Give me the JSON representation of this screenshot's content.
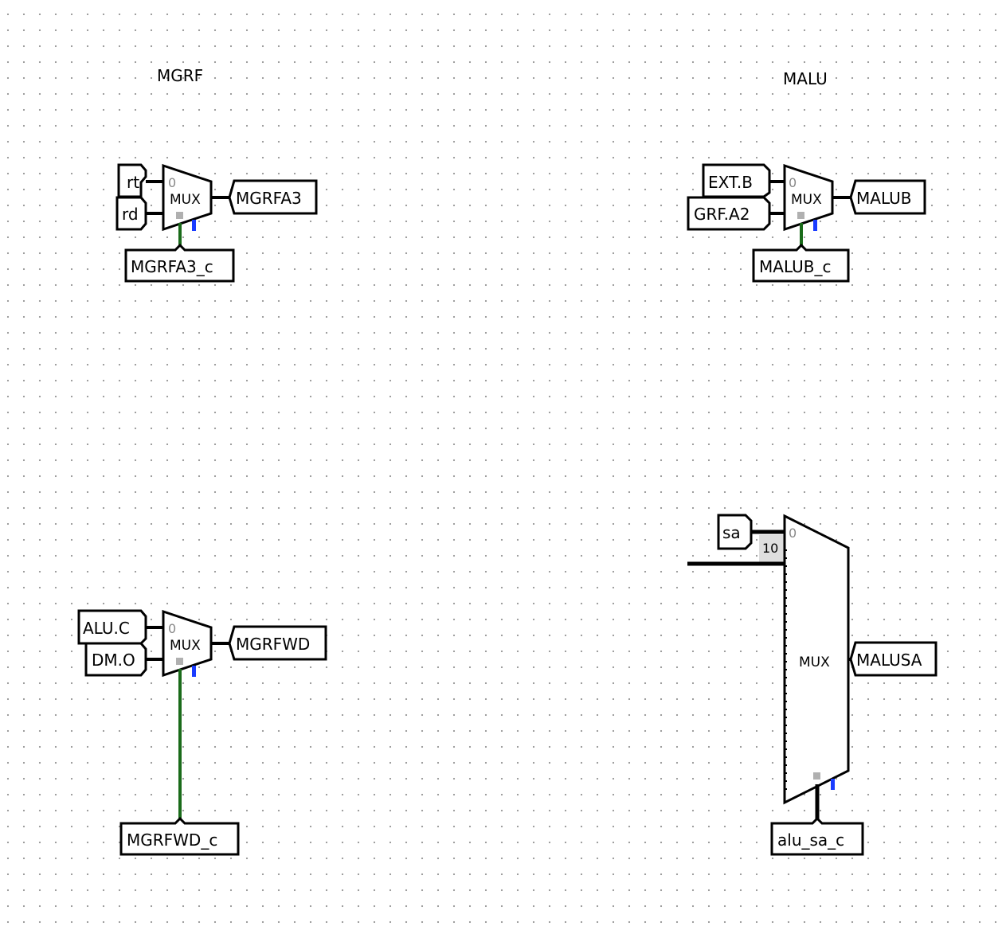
{
  "sections": {
    "mgrf": "MGRF",
    "malu": "MALU"
  },
  "mux_label": "MUX",
  "input_index_label": "0",
  "mux_mgrfa3": {
    "inputs": [
      "rt",
      "rd"
    ],
    "output": "MGRFA3",
    "select": "MGRFA3_c"
  },
  "mux_malub": {
    "inputs": [
      "EXT.B",
      "GRF.A2"
    ],
    "output": "MALUB",
    "select": "MALUB_c"
  },
  "mux_mgrfwd": {
    "inputs": [
      "ALU.C",
      "DM.O"
    ],
    "output": "MGRFWD",
    "select": "MGRFWD_c"
  },
  "mux_malusa": {
    "inputs": [
      "sa"
    ],
    "bit_width": "10",
    "output": "MALUSA",
    "select": "alu_sa_c"
  },
  "colors": {
    "wire": "#000000",
    "select_wire": "#1a6b1a",
    "enable_pin": "#1a3cff",
    "select_pin": "#b0b0b0",
    "grid_dot": "#9a9a9a"
  }
}
